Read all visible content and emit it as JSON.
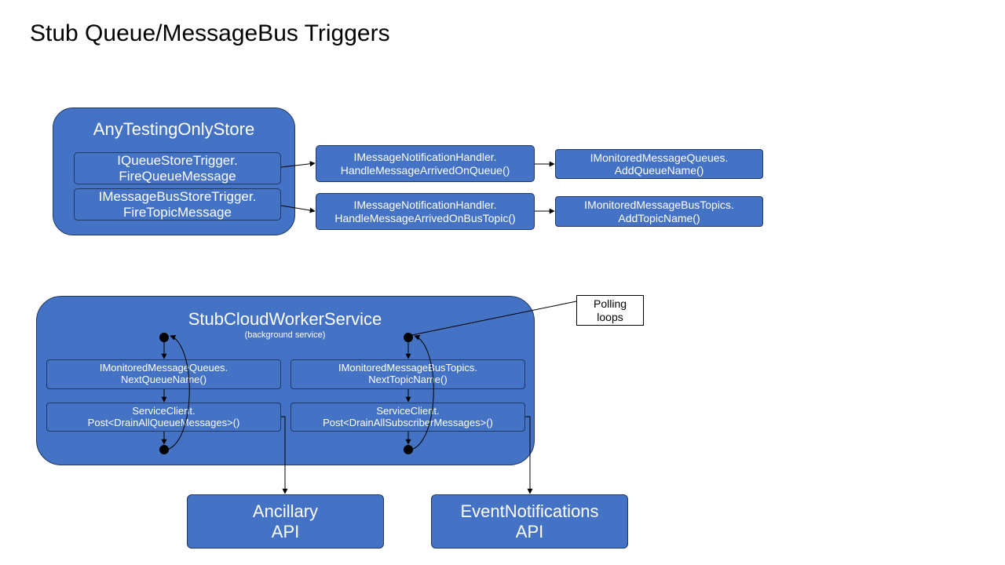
{
  "title": "Stub Queue/MessageBus Triggers",
  "store": {
    "title": "AnyTestingOnlyStore",
    "queue_trigger": [
      "IQueueStoreTrigger.",
      "FireQueueMessage"
    ],
    "bus_trigger": [
      "IMessageBusStoreTrigger.",
      "FireTopicMessage"
    ]
  },
  "handlers": {
    "queue": [
      "IMessageNotificationHandler.",
      "HandleMessageArrivedOnQueue()"
    ],
    "bus": [
      "IMessageNotificationHandler.",
      "HandleMessageArrivedOnBusTopic()"
    ]
  },
  "monitored": {
    "queues": [
      "IMonitoredMessageQueues.",
      "AddQueueName()"
    ],
    "topics": [
      "IMonitoredMessageBusTopics.",
      "AddTopicName()"
    ]
  },
  "worker": {
    "title": "StubCloudWorkerService",
    "subtitle": "(background service)",
    "next_queue": [
      "IMonitoredMessageQueues.",
      "NextQueueName()"
    ],
    "next_topic": [
      "IMonitoredMessageBusTopics.",
      "NextTopicName()"
    ],
    "post_queue": [
      "ServiceClient.",
      "Post<DrainAllQueueMessages>()"
    ],
    "post_topic": [
      "ServiceClient.",
      "Post<DrainAllSubscriberMessages>()"
    ]
  },
  "callout": [
    "Polling",
    "loops"
  ],
  "apis": {
    "ancillary": [
      "Ancillary",
      "API"
    ],
    "event_notifications": [
      "EventNotifications",
      "API"
    ]
  }
}
